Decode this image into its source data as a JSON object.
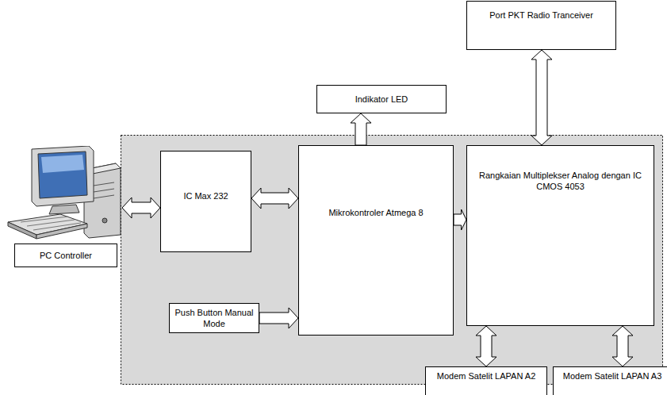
{
  "diagram": {
    "nodes": [
      {
        "text": [
          "Port PKT Radio Tranceiver"
        ]
      },
      {
        "text": [
          "Indikator LED"
        ]
      },
      {
        "text": [
          "PC Controller"
        ]
      },
      {
        "text": [
          "IC Max 232"
        ]
      },
      {
        "text": [
          "Mikrokontroler Atmega 8"
        ]
      },
      {
        "text": [
          "Rangkaian Multiplekser Analog dengan IC CMOS 4053"
        ]
      },
      {
        "text": [
          "Push Button Manual Mode"
        ]
      },
      {
        "text": [
          "Modem Satelit LAPAN A2"
        ]
      },
      {
        "text": [
          "Modem Satelit LAPAN A3"
        ]
      }
    ],
    "edges": [
      {
        "from": 2,
        "to": 3,
        "arrow": "both"
      },
      {
        "from": 3,
        "to": 4,
        "arrow": "both"
      },
      {
        "from": 4,
        "to": 1,
        "arrow": "to"
      },
      {
        "from": 6,
        "to": 4,
        "arrow": "to"
      },
      {
        "from": 4,
        "to": 5,
        "arrow": "to"
      },
      {
        "from": 5,
        "to": 0,
        "arrow": "both"
      },
      {
        "from": 5,
        "to": 7,
        "arrow": "both"
      },
      {
        "from": 5,
        "to": 8,
        "arrow": "both"
      }
    ]
  }
}
